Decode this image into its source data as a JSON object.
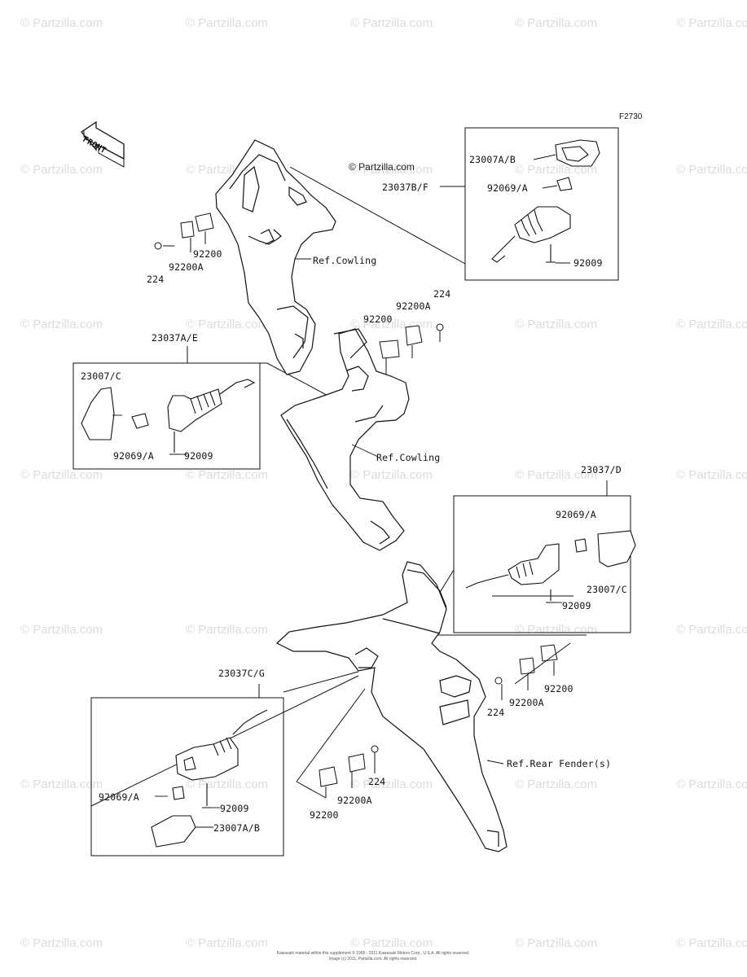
{
  "diagram_code": "F2730",
  "copyright_stamp": "© Partzilla.com",
  "watermark_text": "© Partzilla.com",
  "front_arrow_label": "FRONT",
  "footer": {
    "line1": "Kawasaki material within this supplement © 1995 - 2011 Kawasaki Motors Corp., U.S.A. All rights reserved.",
    "line2": "Image (c) 2011, Partzilla.com. All rights reserved."
  },
  "labels": {
    "upper_right_assembly": "23037B/F",
    "upper_right_lens": "23007A/B",
    "upper_right_bulb": "92069/A",
    "upper_right_screw": "92009",
    "upper_left_bracket": "92200",
    "upper_left_bracket_a": "92200A",
    "upper_left_nut": "224",
    "ref_cowling_upper": "Ref.Cowling",
    "mid_nut": "224",
    "mid_bracket_a": "92200A",
    "mid_bracket": "92200",
    "left_assembly": "23037A/E",
    "left_lens": "23007/C",
    "left_bulb": "92069/A",
    "left_screw": "92009",
    "ref_cowling_lower": "Ref.Cowling",
    "right_assembly": "23037/D",
    "right_bulb": "92069/A",
    "right_lens": "23007/C",
    "right_screw": "92009",
    "rear_bracket": "92200",
    "rear_bracket_a": "92200A",
    "rear_nut": "224",
    "lower_left_assembly": "23037C/G",
    "lower_left_bulb": "92069/A",
    "lower_left_screw": "92009",
    "lower_left_lens": "23007A/B",
    "lower_nut": "224",
    "lower_bracket_a": "92200A",
    "lower_bracket": "92200",
    "ref_rear_fender": "Ref.Rear Fender(s)"
  }
}
